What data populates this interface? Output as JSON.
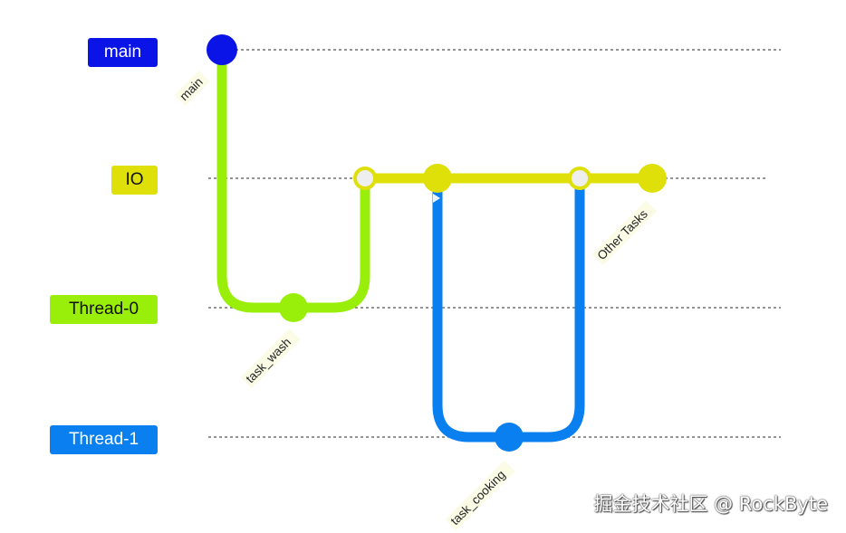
{
  "branches": {
    "main": {
      "label": "main",
      "color": "#0a14e6",
      "text_color": "#ffffff"
    },
    "io": {
      "label": "IO",
      "color": "#dfe00a",
      "text_color": "#111111"
    },
    "thread0": {
      "label": "Thread-0",
      "color": "#99ee0a",
      "text_color": "#111111"
    },
    "thread1": {
      "label": "Thread-1",
      "color": "#0a7ff0",
      "text_color": "#ffffff"
    }
  },
  "commits": {
    "main": "main",
    "task_wash": "task_wash",
    "other_tasks": "Other Tasks",
    "task_cooking": "task_cooking"
  },
  "watermark": "掘金技术社区 @ RockByte"
}
